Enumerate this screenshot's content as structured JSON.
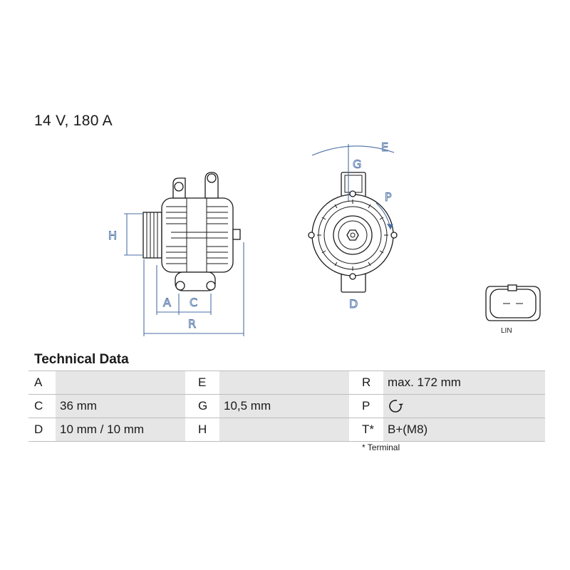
{
  "rating": "14 V, 180 A",
  "dimension_labels": {
    "A": "A",
    "C": "C",
    "H": "H",
    "R": "R",
    "G": "G",
    "E": "E",
    "P": "P",
    "D": "D"
  },
  "connector": {
    "label": "LIN"
  },
  "technical_data": {
    "title": "Technical Data",
    "rows": [
      [
        {
          "key": "A",
          "value": ""
        },
        {
          "key": "E",
          "value": ""
        },
        {
          "key": "R",
          "value": "max. 172 mm"
        }
      ],
      [
        {
          "key": "C",
          "value": "36 mm"
        },
        {
          "key": "G",
          "value": "10,5 mm"
        },
        {
          "key": "P",
          "value": "",
          "icon": "clockwise-rotation-icon"
        }
      ],
      [
        {
          "key": "D",
          "value": "10 mm / 10 mm"
        },
        {
          "key": "H",
          "value": ""
        },
        {
          "key": "T*",
          "value": "B+(M8)"
        }
      ]
    ],
    "footnote": "* Terminal"
  }
}
